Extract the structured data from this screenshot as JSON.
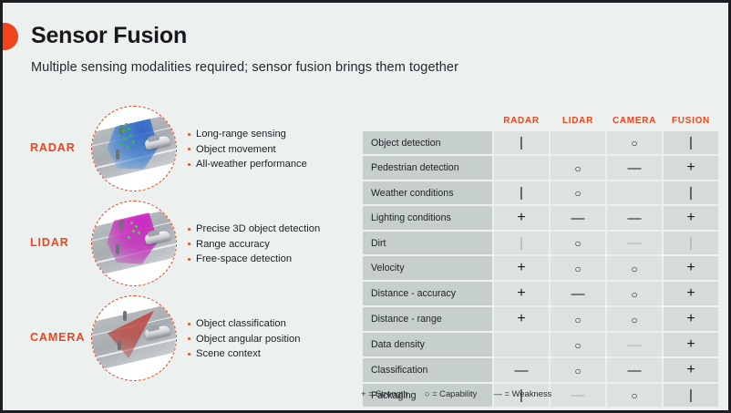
{
  "slide": {
    "title": "Sensor Fusion",
    "subtitle": "Multiple sensing modalities required; sensor fusion brings them together",
    "accent_color": "#f1441a",
    "background_color": "#ecf1f0",
    "border_color": "#1b1d21"
  },
  "modalities": [
    {
      "label": "RADAR",
      "beam_color": "#2f6fd0",
      "bullets": [
        "Long-range sensing",
        "Object movement",
        "All-weather performance"
      ]
    },
    {
      "label": "LIDAR",
      "beam_color": "#cf25c4",
      "bullets": [
        "Precise 3D object detection",
        "Range accuracy",
        "Free-space detection"
      ]
    },
    {
      "label": "CAMERA",
      "beam_color": "#c33830",
      "bullets": [
        "Object classification",
        "Object angular position",
        "Scene context"
      ]
    }
  ],
  "matrix": {
    "columns": [
      "RADAR",
      "LIDAR",
      "CAMERA",
      "FUSION"
    ],
    "rows": [
      {
        "label": "Object detection",
        "values": [
          "bar",
          "",
          "cap",
          "bar"
        ]
      },
      {
        "label": "Pedestrian detection",
        "values": [
          "",
          "cap",
          "minus",
          "plus"
        ]
      },
      {
        "label": "Weather conditions",
        "values": [
          "bar",
          "cap",
          "",
          "bar"
        ]
      },
      {
        "label": "Lighting conditions",
        "values": [
          "plus",
          "minus",
          "minus",
          "plus"
        ]
      },
      {
        "label": "Dirt",
        "values": [
          "bar-faint",
          "cap",
          "minus-faint",
          "bar-faint"
        ]
      },
      {
        "label": "Velocity",
        "values": [
          "plus",
          "cap",
          "cap",
          "plus"
        ]
      },
      {
        "label": "Distance - accuracy",
        "values": [
          "plus",
          "minus",
          "cap",
          "plus"
        ]
      },
      {
        "label": "Distance - range",
        "values": [
          "plus",
          "cap",
          "cap",
          "plus"
        ]
      },
      {
        "label": "Data density",
        "values": [
          "",
          "cap",
          "minus-faint",
          "plus"
        ]
      },
      {
        "label": "Classification",
        "values": [
          "minus",
          "cap",
          "minus",
          "plus"
        ]
      },
      {
        "label": "Packaging",
        "values": [
          "bar",
          "minus-faint",
          "cap",
          "bar"
        ]
      }
    ]
  },
  "legend": {
    "strength": "+ = Strength",
    "capability": "○ = Capability",
    "weakness": "— = Weakness"
  }
}
